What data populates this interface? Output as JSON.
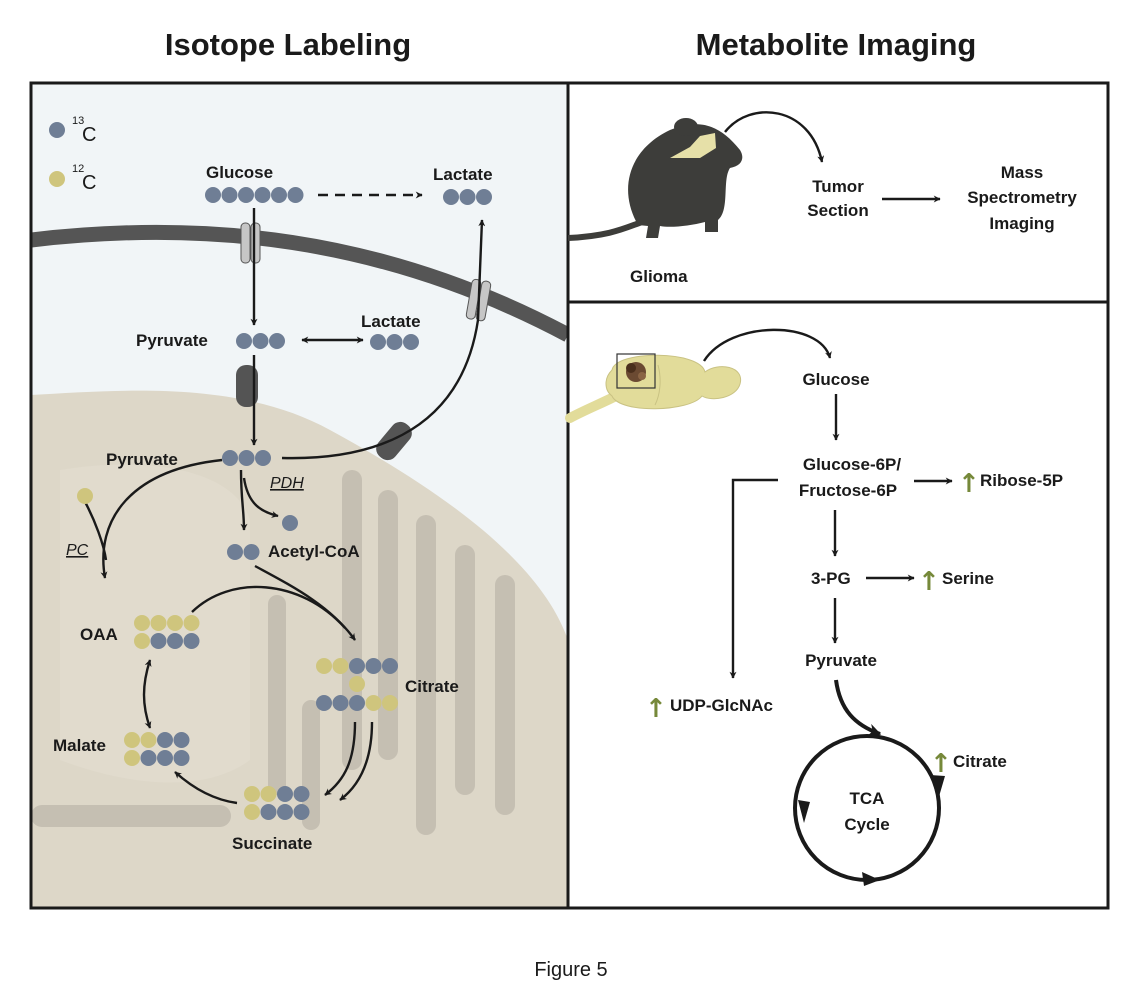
{
  "headers": {
    "left": "Isotope Labeling",
    "right": "Metabolite Imaging"
  },
  "caption": "Figure 5",
  "colors": {
    "c13": "#6f7e95",
    "c12": "#cfc57d",
    "upregulated": "#76893a",
    "mitochondria": "#ddd7c8",
    "cristae": "#c5bfb2",
    "panel_bg": "#f1f5f7",
    "membrane": "#555555"
  },
  "legend": {
    "c13_sup": "13",
    "c13_letter": "C",
    "c12_sup": "12",
    "c12_letter": "C"
  },
  "isotope": {
    "glucose": "Glucose",
    "lactate_out": "Lactate",
    "pyruvate_cyto": "Pyruvate",
    "lactate_cyto": "Lactate",
    "pyruvate_mito": "Pyruvate",
    "pdh": "PDH",
    "pc": "PC",
    "acetyl_coa": "Acetyl-CoA",
    "oaa": "OAA",
    "citrate": "Citrate",
    "malate": "Malate",
    "succinate": "Succinate"
  },
  "imaging": {
    "tumor_section": [
      "Tumor",
      "Section"
    ],
    "msi": [
      "Mass",
      "Spectrometry",
      "Imaging"
    ],
    "glioma": "Glioma",
    "glucose": "Glucose",
    "g6p": [
      "Glucose-6P/",
      "Fructose-6P"
    ],
    "ribose": "Ribose-5P",
    "pg3": "3-PG",
    "serine": "Serine",
    "pyruvate": "Pyruvate",
    "udp": "UDP-GlcNAc",
    "citrate": "Citrate",
    "tca": [
      "TCA",
      "Cycle"
    ],
    "up_arrow": "↑"
  }
}
